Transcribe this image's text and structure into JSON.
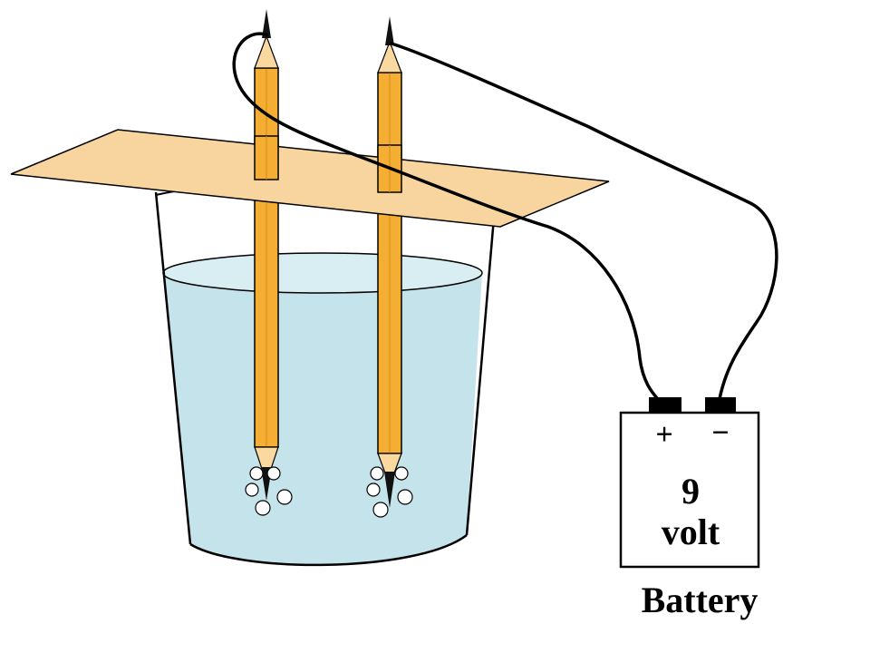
{
  "battery": {
    "positive_symbol": "+",
    "negative_symbol": "−",
    "voltage_number": "9",
    "voltage_unit": "volt",
    "caption": "Battery"
  },
  "colors": {
    "pencil_body": "#f4ae33",
    "pencil_wood": "#f9d9a0",
    "card": "#f8d59f",
    "water": "#c5e3ea",
    "wire": "#000000"
  },
  "icons": {
    "pencil": "pencil-icon",
    "battery": "battery-icon",
    "bubble": "bubble-icon"
  }
}
